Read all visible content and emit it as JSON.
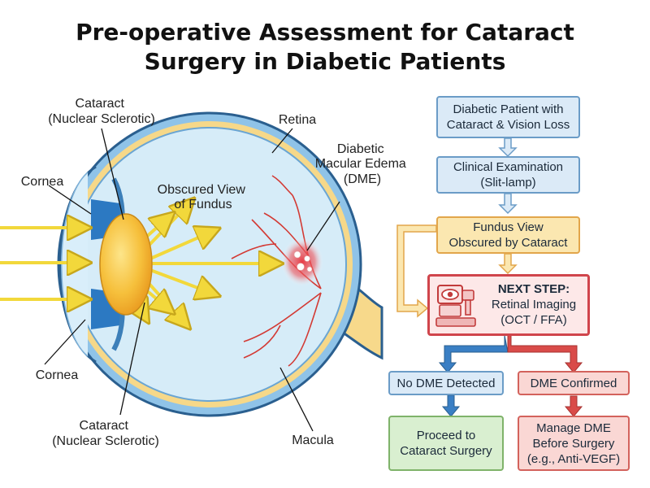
{
  "title": {
    "line1": "Pre-operative Assessment for Cataract",
    "line2": "Surgery in Diabetic Patients"
  },
  "eye_labels": {
    "cataract_top": [
      "Cataract",
      "(Nuclear Sclerotic)"
    ],
    "retina": "Retina",
    "dme": [
      "Diabetic",
      "Macular Edema",
      "(DME)"
    ],
    "cornea_top": "Cornea",
    "obscured": [
      "Obscured View",
      "of Fundus"
    ],
    "cornea_bottom": "Cornea",
    "cataract_bottom": [
      "Cataract",
      "(Nuclear Sclerotic)"
    ],
    "macula": "Macula"
  },
  "flowchart": {
    "patient": [
      "Diabetic Patient with",
      "Cataract & Vision Loss"
    ],
    "exam": [
      "Clinical Examination",
      "(Slit-lamp)"
    ],
    "fundus": [
      "Fundus View",
      "Obscured by Cataract"
    ],
    "next_step": {
      "heading": "NEXT STEP:",
      "lines": [
        "Retinal Imaging",
        "(OCT / FFA)"
      ],
      "icon": "retinal-camera-icon"
    },
    "no_dme": "No DME Detected",
    "dme_confirmed": "DME Confirmed",
    "proceed": [
      "Proceed to",
      "Cataract Surgery"
    ],
    "manage": [
      "Manage DME",
      "Before Surgery",
      "(e.g., Anti-VEGF)"
    ]
  },
  "colors": {
    "blue_box": "#dbeaf7",
    "yellow_box": "#fbe7b0",
    "next_border": "#d0454c",
    "green_box": "#d9efd0",
    "red_box": "#fad7d4",
    "lens": "#f4b22e",
    "dme_spot": "#e83540"
  }
}
